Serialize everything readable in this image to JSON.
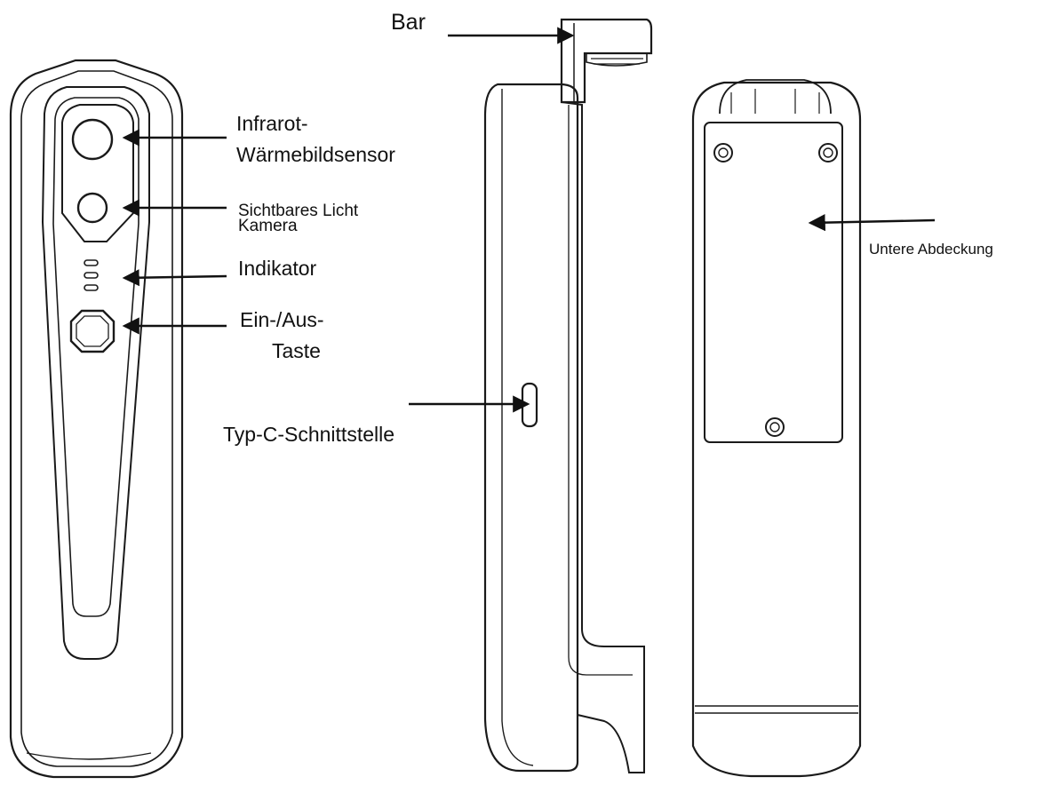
{
  "labels": {
    "bar": "Bar",
    "infrared_line1": "Infrarot-",
    "infrared_line2": "Wärmebildsensor",
    "visible_line1": "Sichtbares  Licht",
    "visible_line2": "Kamera",
    "indicator": "Indikator",
    "power_line1": "Ein-/Aus-",
    "power_line2": "Taste",
    "typec": "Typ-C-Schnittstelle",
    "bottom_cover": "Untere  Abdeckung"
  },
  "views": [
    "front-view",
    "side-view",
    "back-view"
  ],
  "colors": {
    "line": "#1a1a1a",
    "background": "#ffffff"
  }
}
